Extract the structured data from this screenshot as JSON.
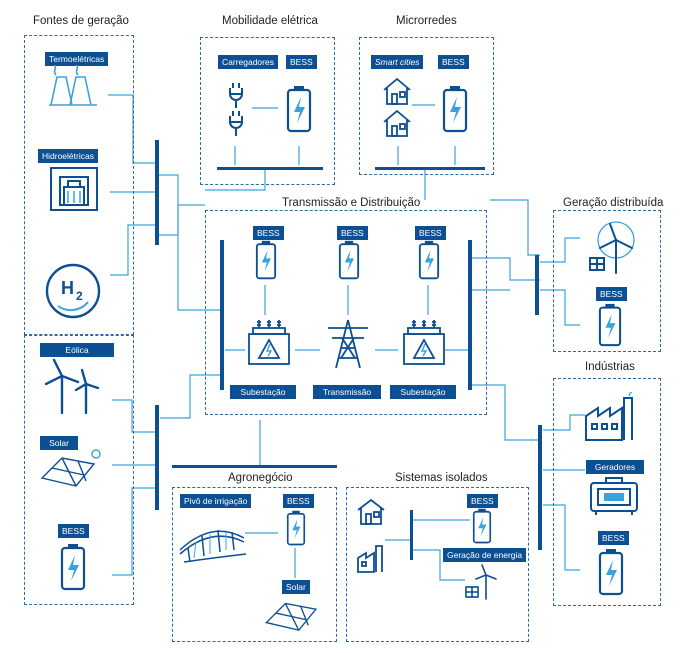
{
  "colors": {
    "primary": "#0d4f93",
    "line": "#3ba3dc",
    "dashed": "#2b6aa6",
    "bar": "#0d4f93"
  },
  "sections": {
    "fontes": {
      "title": "Fontes de geração",
      "items": {
        "termo": "Termoelétricas",
        "hidro": "Hidroelétricas",
        "eolica": "Eólica",
        "solar": "Solar",
        "bess": "BESS"
      }
    },
    "mobilidade": {
      "title": "Mobilidade elétrica",
      "carregadores": "Carregadores",
      "bess": "BESS"
    },
    "microrredes": {
      "title": "Microrredes",
      "smart": "Smart cities",
      "bess": "BESS"
    },
    "transmissao": {
      "title": "Transmissão e Distribuição",
      "bess1": "BESS",
      "bess2": "BESS",
      "bess3": "BESS",
      "subestacao1": "Subestação",
      "transmissao": "Transmissão",
      "subestacao2": "Subestação"
    },
    "geracao_distribuida": {
      "title": "Geração distribuída",
      "bess": "BESS"
    },
    "industrias": {
      "title": "Indústrias",
      "geradores": "Geradores",
      "bess": "BESS"
    },
    "agronegocio": {
      "title": "Agronegócio",
      "pivo": "Pivô de irrigação",
      "bess": "BESS",
      "solar": "Solar"
    },
    "sistemas_isolados": {
      "title": "Sistemas isolados",
      "bess": "BESS",
      "geracao": "Geração de energia"
    }
  },
  "icons": [
    "factory-icon",
    "dam-icon",
    "hydrogen-icon",
    "wind-turbine-icon",
    "solar-panel-icon",
    "battery-icon",
    "plug-icon",
    "house-icon",
    "tower-icon",
    "transformer-icon",
    "generator-icon",
    "irrigation-icon",
    "sun-icon"
  ]
}
